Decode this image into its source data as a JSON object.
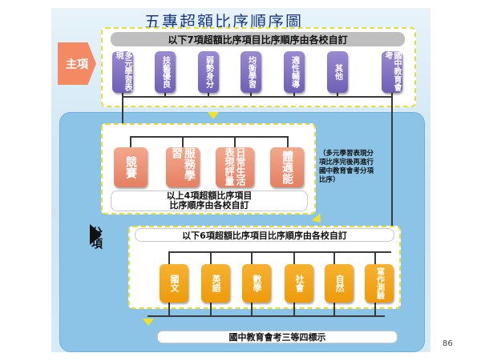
{
  "title": "五專超額比序順序圖",
  "main_label": "主項",
  "sub_label": "分項",
  "top_bar": "以下7項超額比序項目比序順序由各校自訂",
  "main_items": [
    "多元學習表現",
    "技藝優良",
    "弱勢身分",
    "均衡學習",
    "適性輔導",
    "其他",
    "國中教育會考"
  ],
  "mid_items": [
    "競賽",
    "服務學習",
    "日常生活表現評量",
    "體適能"
  ],
  "mid_bar_line1": "以上4項超額比序項目",
  "mid_bar_line2": "比序順序由各校自訂",
  "note": "（多元學習表現分項比序完後再進行國中教育會考分項比序）",
  "bottom_bar": "以下6項超額比序項目比序順序由各校自訂",
  "sub_items": [
    "國文",
    "英語",
    "數學",
    "社會",
    "自然",
    "寫作測驗"
  ],
  "final_bar": "國中教育會考三等四標示",
  "page_number": "86"
}
